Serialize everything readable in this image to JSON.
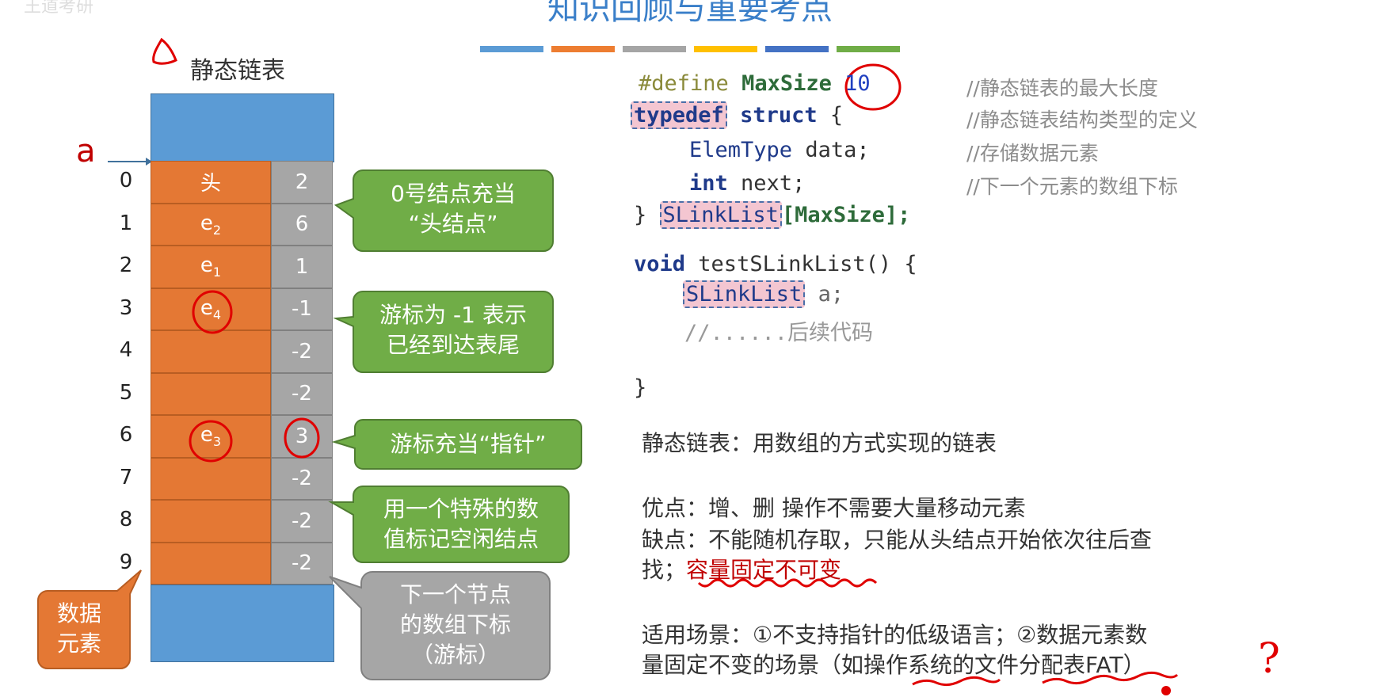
{
  "header": {
    "title": "知识回顾与重要考点",
    "watermark": "王道考研",
    "bar_colors": [
      "#5b9bd5",
      "#ed7d31",
      "#a5a5a5",
      "#ffc000",
      "#4472c4",
      "#70ad47"
    ]
  },
  "diagram": {
    "section_title": "静态链表",
    "pointer_label": "a",
    "rows": [
      {
        "index": "0",
        "data": "头",
        "sub": "",
        "next": "2"
      },
      {
        "index": "1",
        "data": "e",
        "sub": "2",
        "next": "6"
      },
      {
        "index": "2",
        "data": "e",
        "sub": "1",
        "next": "1"
      },
      {
        "index": "3",
        "data": "e",
        "sub": "4",
        "next": "-1"
      },
      {
        "index": "4",
        "data": "",
        "sub": "",
        "next": "-2"
      },
      {
        "index": "5",
        "data": "",
        "sub": "",
        "next": "-2"
      },
      {
        "index": "6",
        "data": "e",
        "sub": "3",
        "next": "3"
      },
      {
        "index": "7",
        "data": "",
        "sub": "",
        "next": "-2"
      },
      {
        "index": "8",
        "data": "",
        "sub": "",
        "next": "-2"
      },
      {
        "index": "9",
        "data": "",
        "sub": "",
        "next": "-2"
      }
    ],
    "callouts": {
      "head_node": [
        "0号结点充当",
        "“头结点”"
      ],
      "tail": [
        "游标为 -1 表示",
        "已经到达表尾"
      ],
      "pointer": [
        "游标充当“指针”"
      ],
      "free": [
        "用一个特殊的数",
        "值标记空闲结点"
      ],
      "cursor": [
        "下一个节点",
        "的数组下标",
        "（游标）"
      ],
      "data_elem": [
        "数据",
        "元素"
      ]
    },
    "colors": {
      "orange": "#e47834",
      "gray": "#a6a6a6",
      "blue": "#5b9bd5",
      "green": "#70ad47",
      "annot_red": "#e00000"
    }
  },
  "code": {
    "line1": {
      "directive": "#define",
      "name": "MaxSize",
      "value": "10",
      "comment": "//静态链表的最大长度"
    },
    "line2": {
      "kw1": "typedef",
      "kw2": "struct",
      "brace": "{",
      "comment": "//静态链表结构类型的定义"
    },
    "line3": {
      "type": "ElemType",
      "field": "data;",
      "comment": "//存储数据元素"
    },
    "line4": {
      "type": "int",
      "field": "next;",
      "comment": "//下一个元素的数组下标"
    },
    "line5": {
      "open": "}",
      "name": "SLinkList",
      "rest": "[MaxSize];"
    },
    "line6": {
      "kw": "void",
      "rest": "testSLinkList() {"
    },
    "line7": {
      "type": "SLinkList",
      "rest": "a;"
    },
    "line8": {
      "text": "//......后续代码"
    },
    "line9": {
      "text": "}"
    }
  },
  "notes": {
    "definition": "静态链表：用数组的方式实现的链表",
    "pros": "优点：增、删 操作不需要大量移动元素",
    "cons_line1": "缺点：不能随机存取，只能从头结点开始依次往后查",
    "cons_line2_prefix": "找；",
    "cons_line2_emph": "容量固定不可变",
    "usage_line1": "适用场景：①不支持指针的低级语言；②数据元素数",
    "usage_line2": "量固定不变的场景（如操作系统的文件分配表FAT）",
    "question_mark": "?"
  }
}
